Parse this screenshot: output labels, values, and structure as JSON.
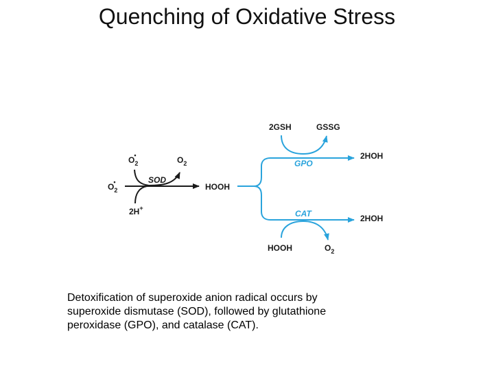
{
  "title": "Quenching of Oxidative Stress",
  "colors": {
    "reaction_arrow": "#1a1a1a",
    "branch_arrows": "#29a3dc"
  },
  "diagram": {
    "superoxide_top": {
      "base": "O",
      "sub": "2",
      "sup": "•"
    },
    "o2_top": {
      "base": "O",
      "sub": "2"
    },
    "sod": "SOD",
    "superoxide_left": {
      "base": "O",
      "sub": "2",
      "sup": "•"
    },
    "hooh_center": "HOOH",
    "two_h": {
      "base": "2H",
      "sup": "+"
    },
    "gsh": "2GSH",
    "gssg": "GSSG",
    "gpo": "GPO",
    "hoh_gpo": "2HOH",
    "cat": "CAT",
    "hoh_cat": "2HOH",
    "hooh_bottom": "HOOH",
    "o2_bottom": {
      "base": "O",
      "sub": "2"
    }
  },
  "caption": "Detoxification of superoxide anion radical occurs by superoxide dismutase (SOD), followed by glutathione peroxidase (GPO), and catalase (CAT)."
}
